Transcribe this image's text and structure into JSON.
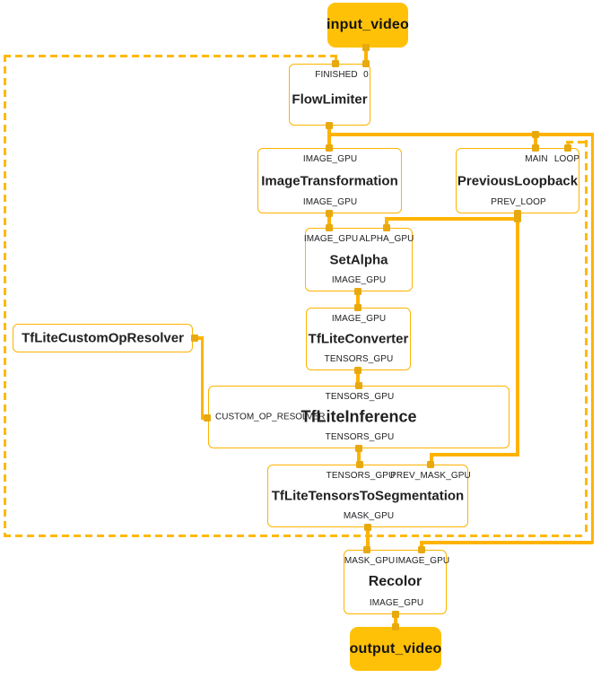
{
  "graph": {
    "colors": {
      "accent_line": "#FFB300",
      "dashed_line": "#FFB90A",
      "terminal_fill": "#FFC107",
      "port_square": "#E8A90F",
      "node_fill": "#FFFFFF",
      "text": "#212121"
    },
    "terminals": {
      "input": "input_video",
      "output": "output_video"
    },
    "nodes": {
      "flow_limiter": {
        "title": "FlowLimiter",
        "inputs": {
          "finished": "FINISHED",
          "zero": "0"
        }
      },
      "image_transformation": {
        "title": "ImageTransformation",
        "inputs": {
          "image": "IMAGE_GPU"
        },
        "outputs": {
          "image": "IMAGE_GPU"
        }
      },
      "previous_loopback": {
        "title": "PreviousLoopback",
        "inputs": {
          "main": "MAIN",
          "loop": "LOOP"
        },
        "outputs": {
          "prev_loop": "PREV_LOOP"
        }
      },
      "set_alpha": {
        "title": "SetAlpha",
        "inputs": {
          "image": "IMAGE_GPU",
          "alpha": "ALPHA_GPU"
        },
        "outputs": {
          "image": "IMAGE_GPU"
        }
      },
      "tflite_converter": {
        "title": "TfLiteConverter",
        "inputs": {
          "image": "IMAGE_GPU"
        },
        "outputs": {
          "tensors": "TENSORS_GPU"
        }
      },
      "tflite_custom_op_resolver": {
        "title": "TfLiteCustomOpResolver"
      },
      "tflite_inference": {
        "title": "TfLiteInference",
        "inputs": {
          "tensors": "TENSORS_GPU",
          "custom_op_resolver": "CUSTOM_OP_RESOLVER"
        },
        "outputs": {
          "tensors": "TENSORS_GPU"
        }
      },
      "tflite_tensors_to_segmentation": {
        "title": "TfLiteTensorsToSegmentation",
        "inputs": {
          "tensors": "TENSORS_GPU",
          "prev_mask": "PREV_MASK_GPU"
        },
        "outputs": {
          "mask": "MASK_GPU"
        }
      },
      "recolor": {
        "title": "Recolor",
        "inputs": {
          "mask": "MASK_GPU",
          "image": "IMAGE_GPU"
        },
        "outputs": {
          "image": "IMAGE_GPU"
        }
      }
    },
    "edges": [
      {
        "from": "input_video",
        "to": "FlowLimiter:0",
        "style": "solid"
      },
      {
        "from": "FlowLimiter",
        "to": "ImageTransformation:IMAGE_GPU",
        "style": "solid"
      },
      {
        "from": "FlowLimiter",
        "to": "PreviousLoopback:MAIN",
        "style": "solid"
      },
      {
        "from": "FlowLimiter",
        "to": "Recolor:IMAGE_GPU",
        "style": "solid"
      },
      {
        "from": "ImageTransformation:IMAGE_GPU",
        "to": "SetAlpha:IMAGE_GPU",
        "style": "solid"
      },
      {
        "from": "PreviousLoopback:PREV_LOOP",
        "to": "SetAlpha:ALPHA_GPU",
        "style": "solid"
      },
      {
        "from": "PreviousLoopback:PREV_LOOP",
        "to": "TfLiteTensorsToSegmentation:PREV_MASK_GPU",
        "style": "solid"
      },
      {
        "from": "SetAlpha:IMAGE_GPU",
        "to": "TfLiteConverter:IMAGE_GPU",
        "style": "solid"
      },
      {
        "from": "TfLiteConverter:TENSORS_GPU",
        "to": "TfLiteInference:TENSORS_GPU",
        "style": "solid"
      },
      {
        "from": "TfLiteCustomOpResolver",
        "to": "TfLiteInference:CUSTOM_OP_RESOLVER",
        "style": "solid"
      },
      {
        "from": "TfLiteInference:TENSORS_GPU",
        "to": "TfLiteTensorsToSegmentation:TENSORS_GPU",
        "style": "solid"
      },
      {
        "from": "TfLiteTensorsToSegmentation:MASK_GPU",
        "to": "Recolor:MASK_GPU",
        "style": "solid"
      },
      {
        "from": "Recolor:IMAGE_GPU",
        "to": "output_video",
        "style": "solid"
      },
      {
        "from": "TfLiteTensorsToSegmentation:MASK_GPU",
        "to": "FlowLimiter:FINISHED",
        "style": "dashed"
      },
      {
        "from": "TfLiteTensorsToSegmentation:MASK_GPU",
        "to": "PreviousLoopback:LOOP",
        "style": "dashed"
      }
    ]
  }
}
